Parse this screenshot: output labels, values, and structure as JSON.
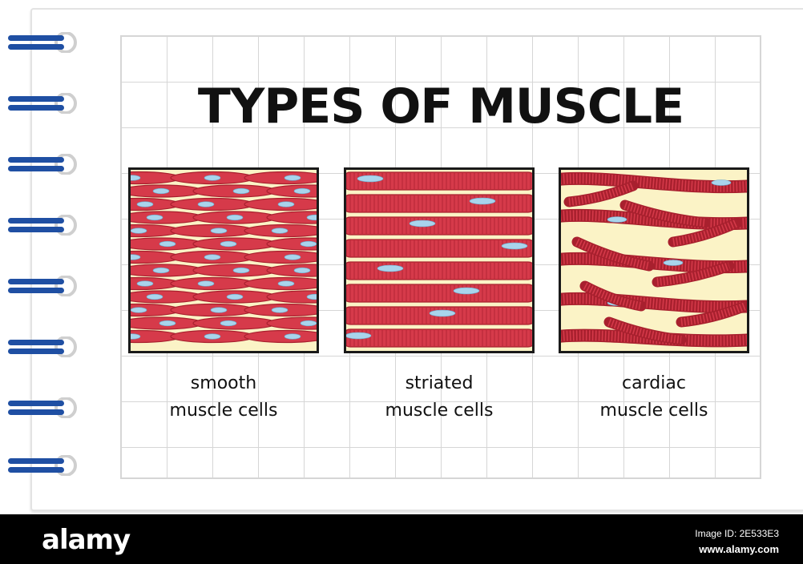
{
  "title": "TYPES OF MUSCLE",
  "panels": [
    {
      "type": "smooth",
      "caption_line1": "smooth",
      "caption_line2": "muscle cells"
    },
    {
      "type": "striated",
      "caption_line1": "striated",
      "caption_line2": "muscle cells"
    },
    {
      "type": "cardiac",
      "caption_line1": "cardiac",
      "caption_line2": "muscle cells"
    }
  ],
  "footer": {
    "brand": "alamy",
    "image_id": "Image ID: 2E533E3",
    "site": "www.alamy.com"
  },
  "colors": {
    "muscle": "#d63a4a",
    "muscle_dark": "#a8202e",
    "background": "#fbf3c6",
    "nucleus": "#a9d4ec",
    "ring": "#1f4fa3"
  }
}
